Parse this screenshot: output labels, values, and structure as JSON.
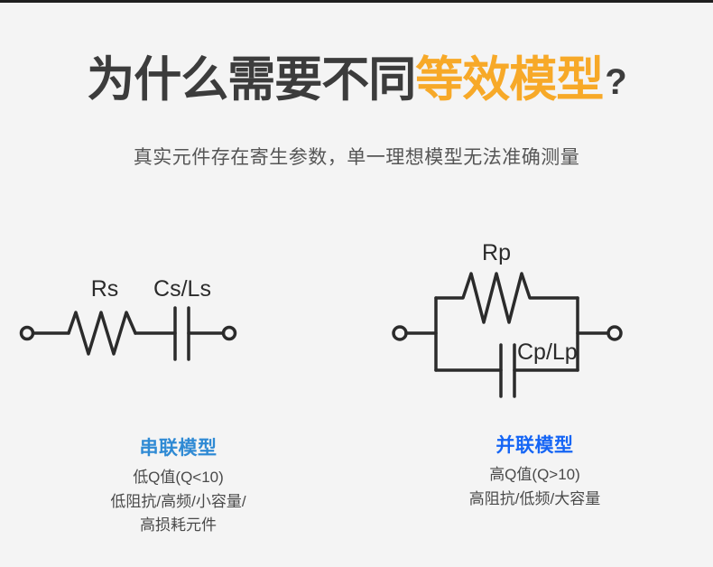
{
  "page": {
    "background_color": "#f4f4f4",
    "top_bar_color": "#1e1e1e"
  },
  "heading": {
    "part1": "为什么需要不同",
    "accent": "等效模型",
    "accent_color": "#f7a928",
    "dark_color": "#3c3c3c",
    "question_mark": "?"
  },
  "subtitle": {
    "text": "真实元件存在寄生参数，单一理想模型无法准确测量"
  },
  "diagrams": {
    "series": {
      "resistor_label": "Rs",
      "capacitor_label": "Cs/Ls"
    },
    "parallel": {
      "resistor_label": "Rp",
      "capacitor_label": "Cp/Lp"
    }
  },
  "models": [
    {
      "name": "串联模型",
      "color": "#2f8ad4",
      "lines": [
        "低Q值(Q<10)",
        "低阻抗/高频/小容量/",
        "高损耗元件"
      ]
    },
    {
      "name": "并联模型",
      "color": "#1565f5",
      "lines": [
        "高Q值(Q>10)",
        "高阻抗/低频/大容量"
      ]
    }
  ]
}
